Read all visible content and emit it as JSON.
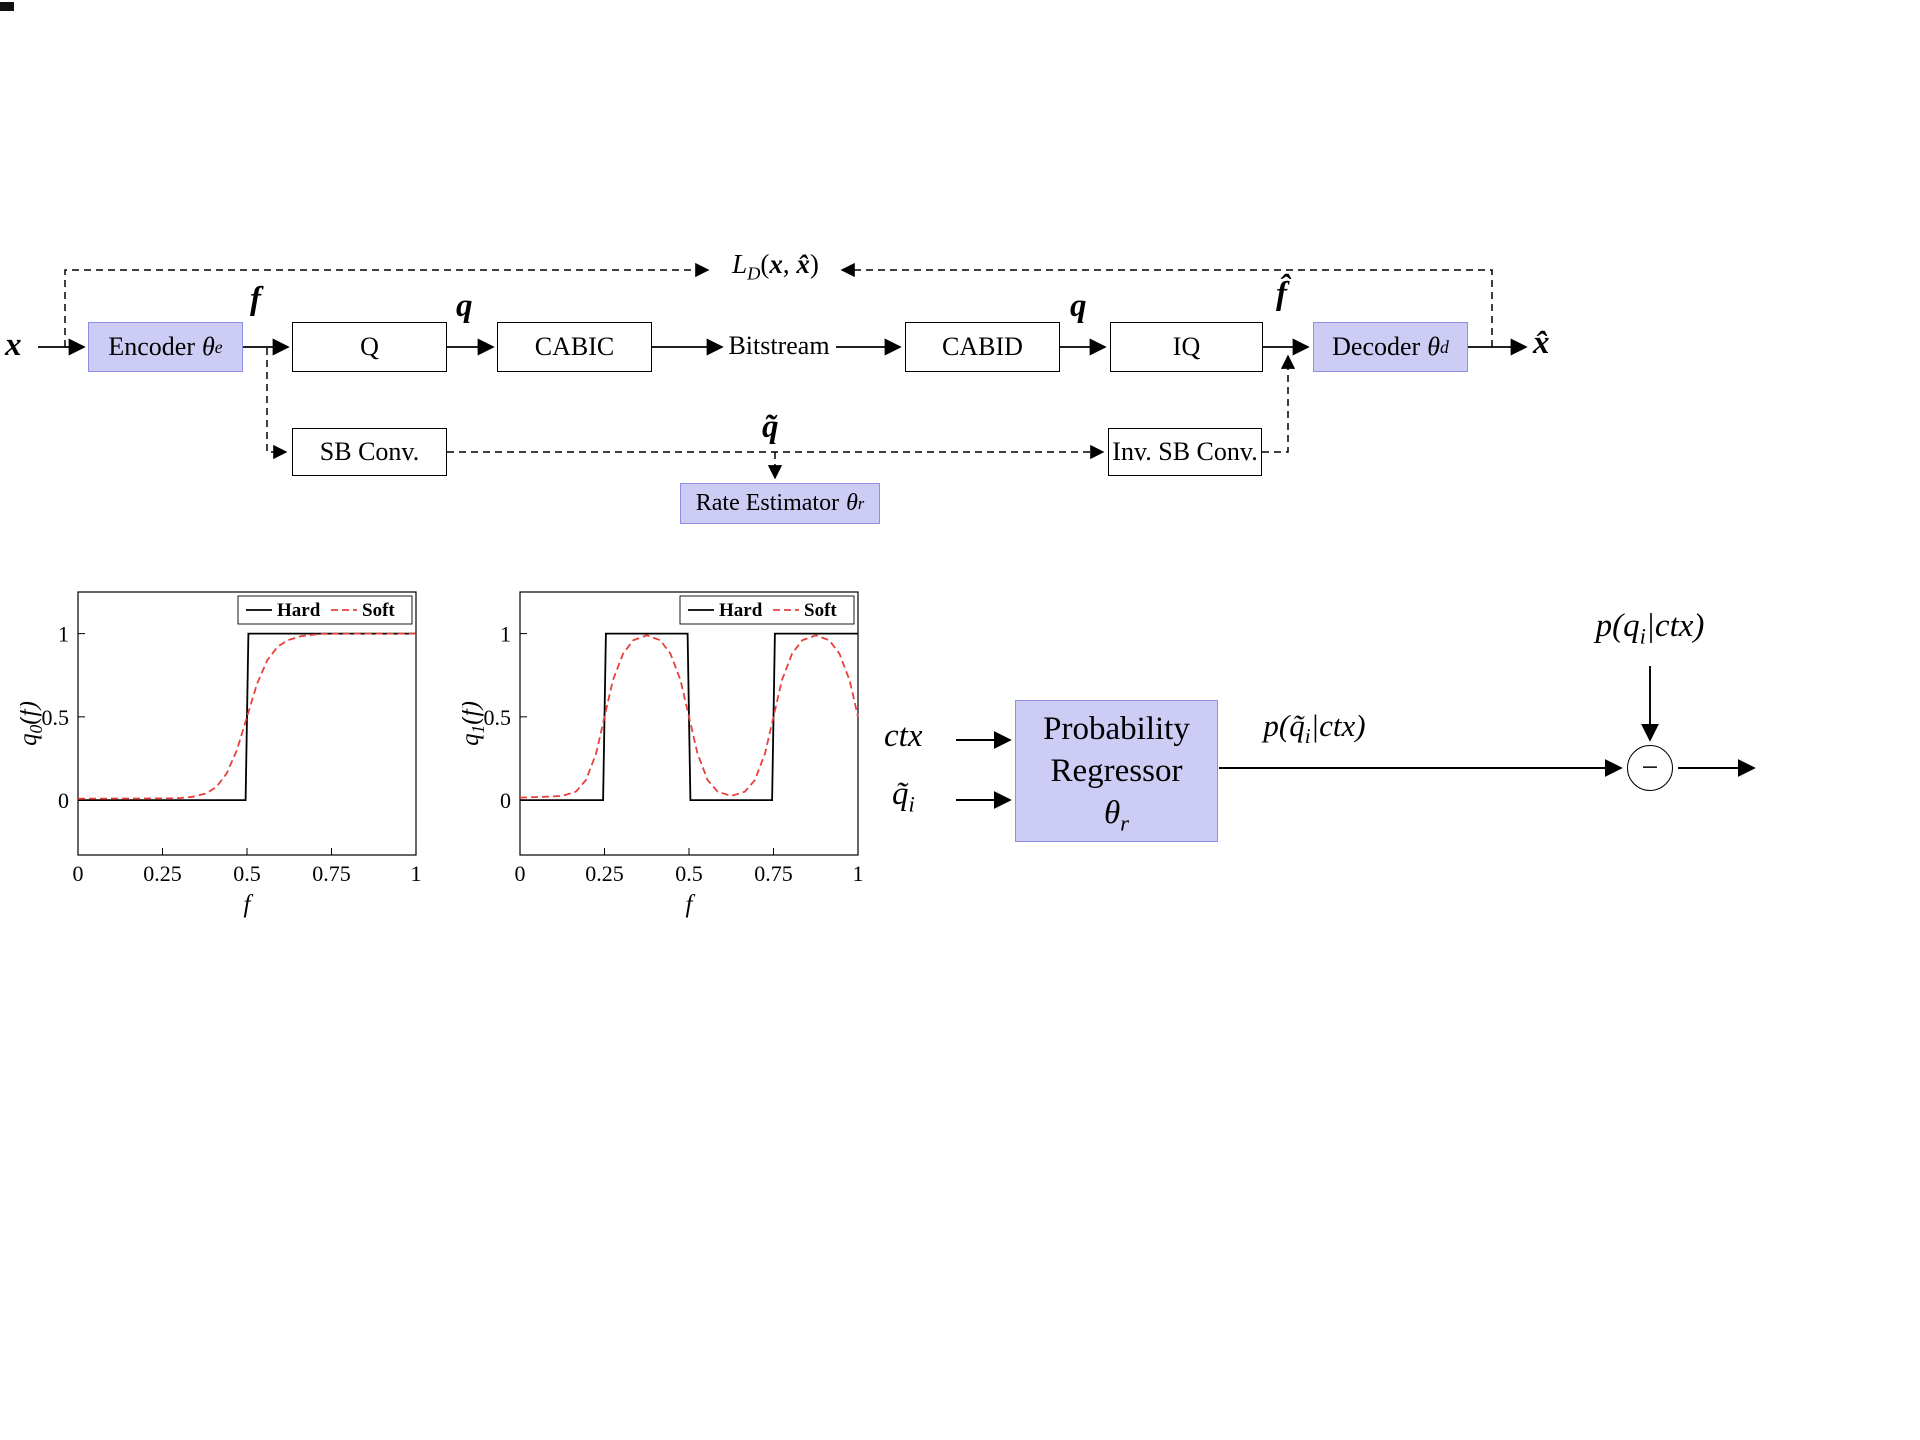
{
  "pipeline": {
    "input_label": "x",
    "output_label": "x̂",
    "loss_parts": [
      "L",
      "D",
      "(",
      "x",
      ", ",
      "x̂",
      ")"
    ],
    "encoder": [
      "Encoder",
      "θ",
      "e"
    ],
    "quantizer": "Q",
    "cabic": "CABIC",
    "bitstream": "Bitstream",
    "cabid": "CABID",
    "iq": "IQ",
    "decoder": [
      "Decoder",
      "θ",
      "d"
    ],
    "f_label": "f",
    "q_label_left": "q",
    "q_label_right": "q",
    "f_hat_label": "f̂",
    "sb_conv": "SB Conv.",
    "inv_sb_conv": "Inv. SB Conv.",
    "q_tilde_label": "q̃",
    "rate_estimator": [
      "Rate Estimator",
      "θ",
      "r"
    ]
  },
  "regressor": {
    "ctx_label": "ctx",
    "q_tilde_i": [
      "q̃",
      "i"
    ],
    "box_line1": "Probability",
    "box_line2": "Regressor",
    "box_theta": [
      "θ",
      "r"
    ],
    "out_label": [
      "p(q̃",
      "i",
      "|ctx)"
    ],
    "top_label": [
      "p(q",
      "i",
      "|ctx)"
    ],
    "minus_sign": "−"
  },
  "colors": {
    "block_fill": "#ccccf4",
    "block_border": "#8f8fe4",
    "hard_black": "#000000",
    "soft_red": "#e8403c"
  },
  "chart_data": [
    {
      "type": "line",
      "title": "",
      "xlabel": "f",
      "ylabel_parts": [
        "q",
        "0",
        "(f)"
      ],
      "xlim": [
        0,
        1
      ],
      "ylim": [
        -0.33,
        1.25
      ],
      "xtick_vals": [
        0,
        0.25,
        0.5,
        0.75,
        1
      ],
      "xticks": [
        "0",
        "0.25",
        "0.5",
        "0.75",
        "1"
      ],
      "ytick_vals": [
        0,
        0.5,
        1
      ],
      "yticks": [
        "0",
        "0.5",
        "1"
      ],
      "grid": false,
      "legend_position": "top-right",
      "series": [
        {
          "name": "Hard",
          "color": "#000000",
          "dash": null,
          "points": [
            [
              0,
              0
            ],
            [
              0.496,
              0
            ],
            [
              0.504,
              1
            ],
            [
              1,
              1
            ]
          ]
        },
        {
          "name": "Soft",
          "color": "#e8403c",
          "dash": [
            7,
            4
          ],
          "points": [
            [
              0,
              0.008
            ],
            [
              0.25,
              0.01
            ],
            [
              0.3,
              0.012
            ],
            [
              0.34,
              0.02
            ],
            [
              0.38,
              0.04
            ],
            [
              0.41,
              0.08
            ],
            [
              0.44,
              0.16
            ],
            [
              0.47,
              0.3
            ],
            [
              0.5,
              0.5
            ],
            [
              0.53,
              0.7
            ],
            [
              0.56,
              0.84
            ],
            [
              0.59,
              0.92
            ],
            [
              0.62,
              0.96
            ],
            [
              0.66,
              0.985
            ],
            [
              0.72,
              0.998
            ],
            [
              0.8,
              1
            ],
            [
              1,
              1
            ]
          ]
        }
      ]
    },
    {
      "type": "line",
      "title": "",
      "xlabel": "f",
      "ylabel_parts": [
        "q",
        "1",
        "(f)"
      ],
      "xlim": [
        0,
        1
      ],
      "ylim": [
        -0.33,
        1.25
      ],
      "xtick_vals": [
        0,
        0.25,
        0.5,
        0.75,
        1
      ],
      "xticks": [
        "0",
        "0.25",
        "0.5",
        "0.75",
        "1"
      ],
      "ytick_vals": [
        0,
        0.5,
        1
      ],
      "yticks": [
        "0",
        "0.5",
        "1"
      ],
      "grid": false,
      "legend_position": "top-right",
      "series": [
        {
          "name": "Hard",
          "color": "#000000",
          "dash": null,
          "points": [
            [
              0,
              0
            ],
            [
              0.246,
              0
            ],
            [
              0.254,
              1
            ],
            [
              0.496,
              1
            ],
            [
              0.504,
              0
            ],
            [
              0.746,
              0
            ],
            [
              0.754,
              1
            ],
            [
              1,
              1
            ]
          ]
        },
        {
          "name": "Soft",
          "color": "#e8403c",
          "dash": [
            7,
            4
          ],
          "points": [
            [
              0,
              0.015
            ],
            [
              0.08,
              0.02
            ],
            [
              0.125,
              0.025
            ],
            [
              0.165,
              0.05
            ],
            [
              0.195,
              0.12
            ],
            [
              0.225,
              0.28
            ],
            [
              0.25,
              0.5
            ],
            [
              0.275,
              0.72
            ],
            [
              0.305,
              0.88
            ],
            [
              0.335,
              0.96
            ],
            [
              0.375,
              0.99
            ],
            [
              0.415,
              0.96
            ],
            [
              0.445,
              0.88
            ],
            [
              0.475,
              0.72
            ],
            [
              0.5,
              0.5
            ],
            [
              0.525,
              0.28
            ],
            [
              0.555,
              0.12
            ],
            [
              0.585,
              0.05
            ],
            [
              0.625,
              0.025
            ],
            [
              0.665,
              0.05
            ],
            [
              0.695,
              0.12
            ],
            [
              0.725,
              0.28
            ],
            [
              0.75,
              0.5
            ],
            [
              0.775,
              0.72
            ],
            [
              0.805,
              0.88
            ],
            [
              0.835,
              0.96
            ],
            [
              0.875,
              0.99
            ],
            [
              0.915,
              0.96
            ],
            [
              0.945,
              0.88
            ],
            [
              0.975,
              0.72
            ],
            [
              1,
              0.5
            ]
          ]
        }
      ]
    }
  ]
}
